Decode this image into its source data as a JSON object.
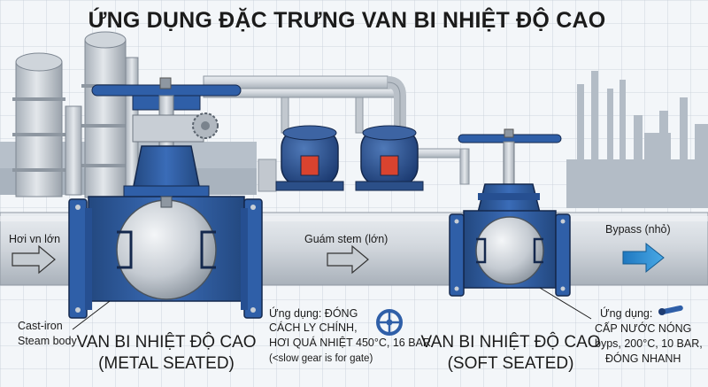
{
  "title": "ỨNG DỤNG ĐẶC TRƯNG VAN BI NHIỆT ĐỘ CAO",
  "flows": {
    "left": "Hơi vn lớn",
    "middle": "Guám stem (lớn)",
    "right": "Bypass (nhỏ)"
  },
  "body_label": {
    "line1": "Cast-iron",
    "line2": "Steam body"
  },
  "valve_left": {
    "name": "VAN BI NHIỆT ĐỘ CAO",
    "type": "(METAL SEATED)"
  },
  "valve_right": {
    "name": "VAN BI NHIỆT ĐỘ CAO",
    "type": "(SOFT SEATED)"
  },
  "app_left": {
    "line1": "Ứng dụng: ĐÓNG",
    "line2": "CÁCH LY CHÍNH,",
    "line3": "HƠI QUÁ NHIỆT 450°C, 16 BAR",
    "line4": "(<slow gear is for gate)"
  },
  "app_right": {
    "line1": "Ứng dụng:",
    "line2": "CẤP NƯỚC NÓNG",
    "line3": "byps, 200°C, 10 BAR,",
    "line4": "ĐÓNG NHANH"
  },
  "colors": {
    "valve_blue": "#2f5fa8",
    "valve_dark": "#1d3c73",
    "pipe": "#c9ced4",
    "arrow_blue": "#2f8fd0",
    "furnace": "#2b4f88",
    "flame": "#d9432f"
  }
}
